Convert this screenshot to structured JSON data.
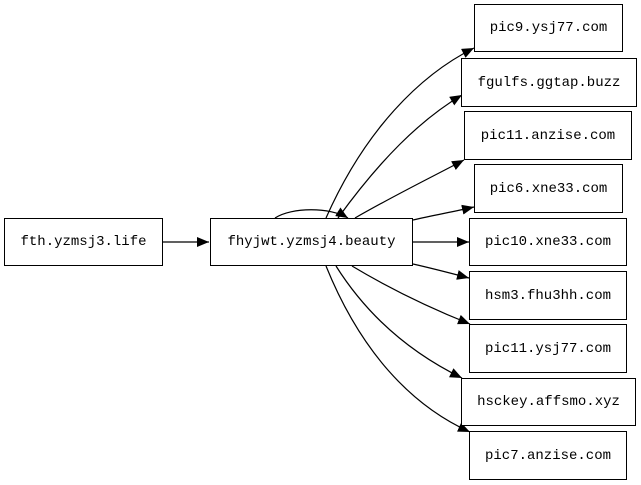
{
  "diagram": {
    "type": "directed-graph",
    "nodes": [
      {
        "id": "n0",
        "label": "fth.yzmsj3.life"
      },
      {
        "id": "n1",
        "label": "fhyjwt.yzmsj4.beauty"
      },
      {
        "id": "n2",
        "label": "pic9.ysj77.com"
      },
      {
        "id": "n3",
        "label": "fgulfs.ggtap.buzz"
      },
      {
        "id": "n4",
        "label": "pic11.anzise.com"
      },
      {
        "id": "n5",
        "label": "pic6.xne33.com"
      },
      {
        "id": "n6",
        "label": "pic10.xne33.com"
      },
      {
        "id": "n7",
        "label": "hsm3.fhu3hh.com"
      },
      {
        "id": "n8",
        "label": "pic11.ysj77.com"
      },
      {
        "id": "n9",
        "label": "hsckey.affsmo.xyz"
      },
      {
        "id": "n10",
        "label": "pic7.anzise.com"
      }
    ],
    "edges": [
      {
        "from": "n0",
        "to": "n1"
      },
      {
        "from": "n1",
        "to": "n1"
      },
      {
        "from": "n1",
        "to": "n2"
      },
      {
        "from": "n1",
        "to": "n3"
      },
      {
        "from": "n1",
        "to": "n4"
      },
      {
        "from": "n1",
        "to": "n5"
      },
      {
        "from": "n1",
        "to": "n6"
      },
      {
        "from": "n1",
        "to": "n7"
      },
      {
        "from": "n1",
        "to": "n8"
      },
      {
        "from": "n1",
        "to": "n9"
      },
      {
        "from": "n1",
        "to": "n10"
      }
    ],
    "colors": {
      "stroke": "#000000",
      "fill": "#ffffff",
      "text": "#000000"
    }
  }
}
